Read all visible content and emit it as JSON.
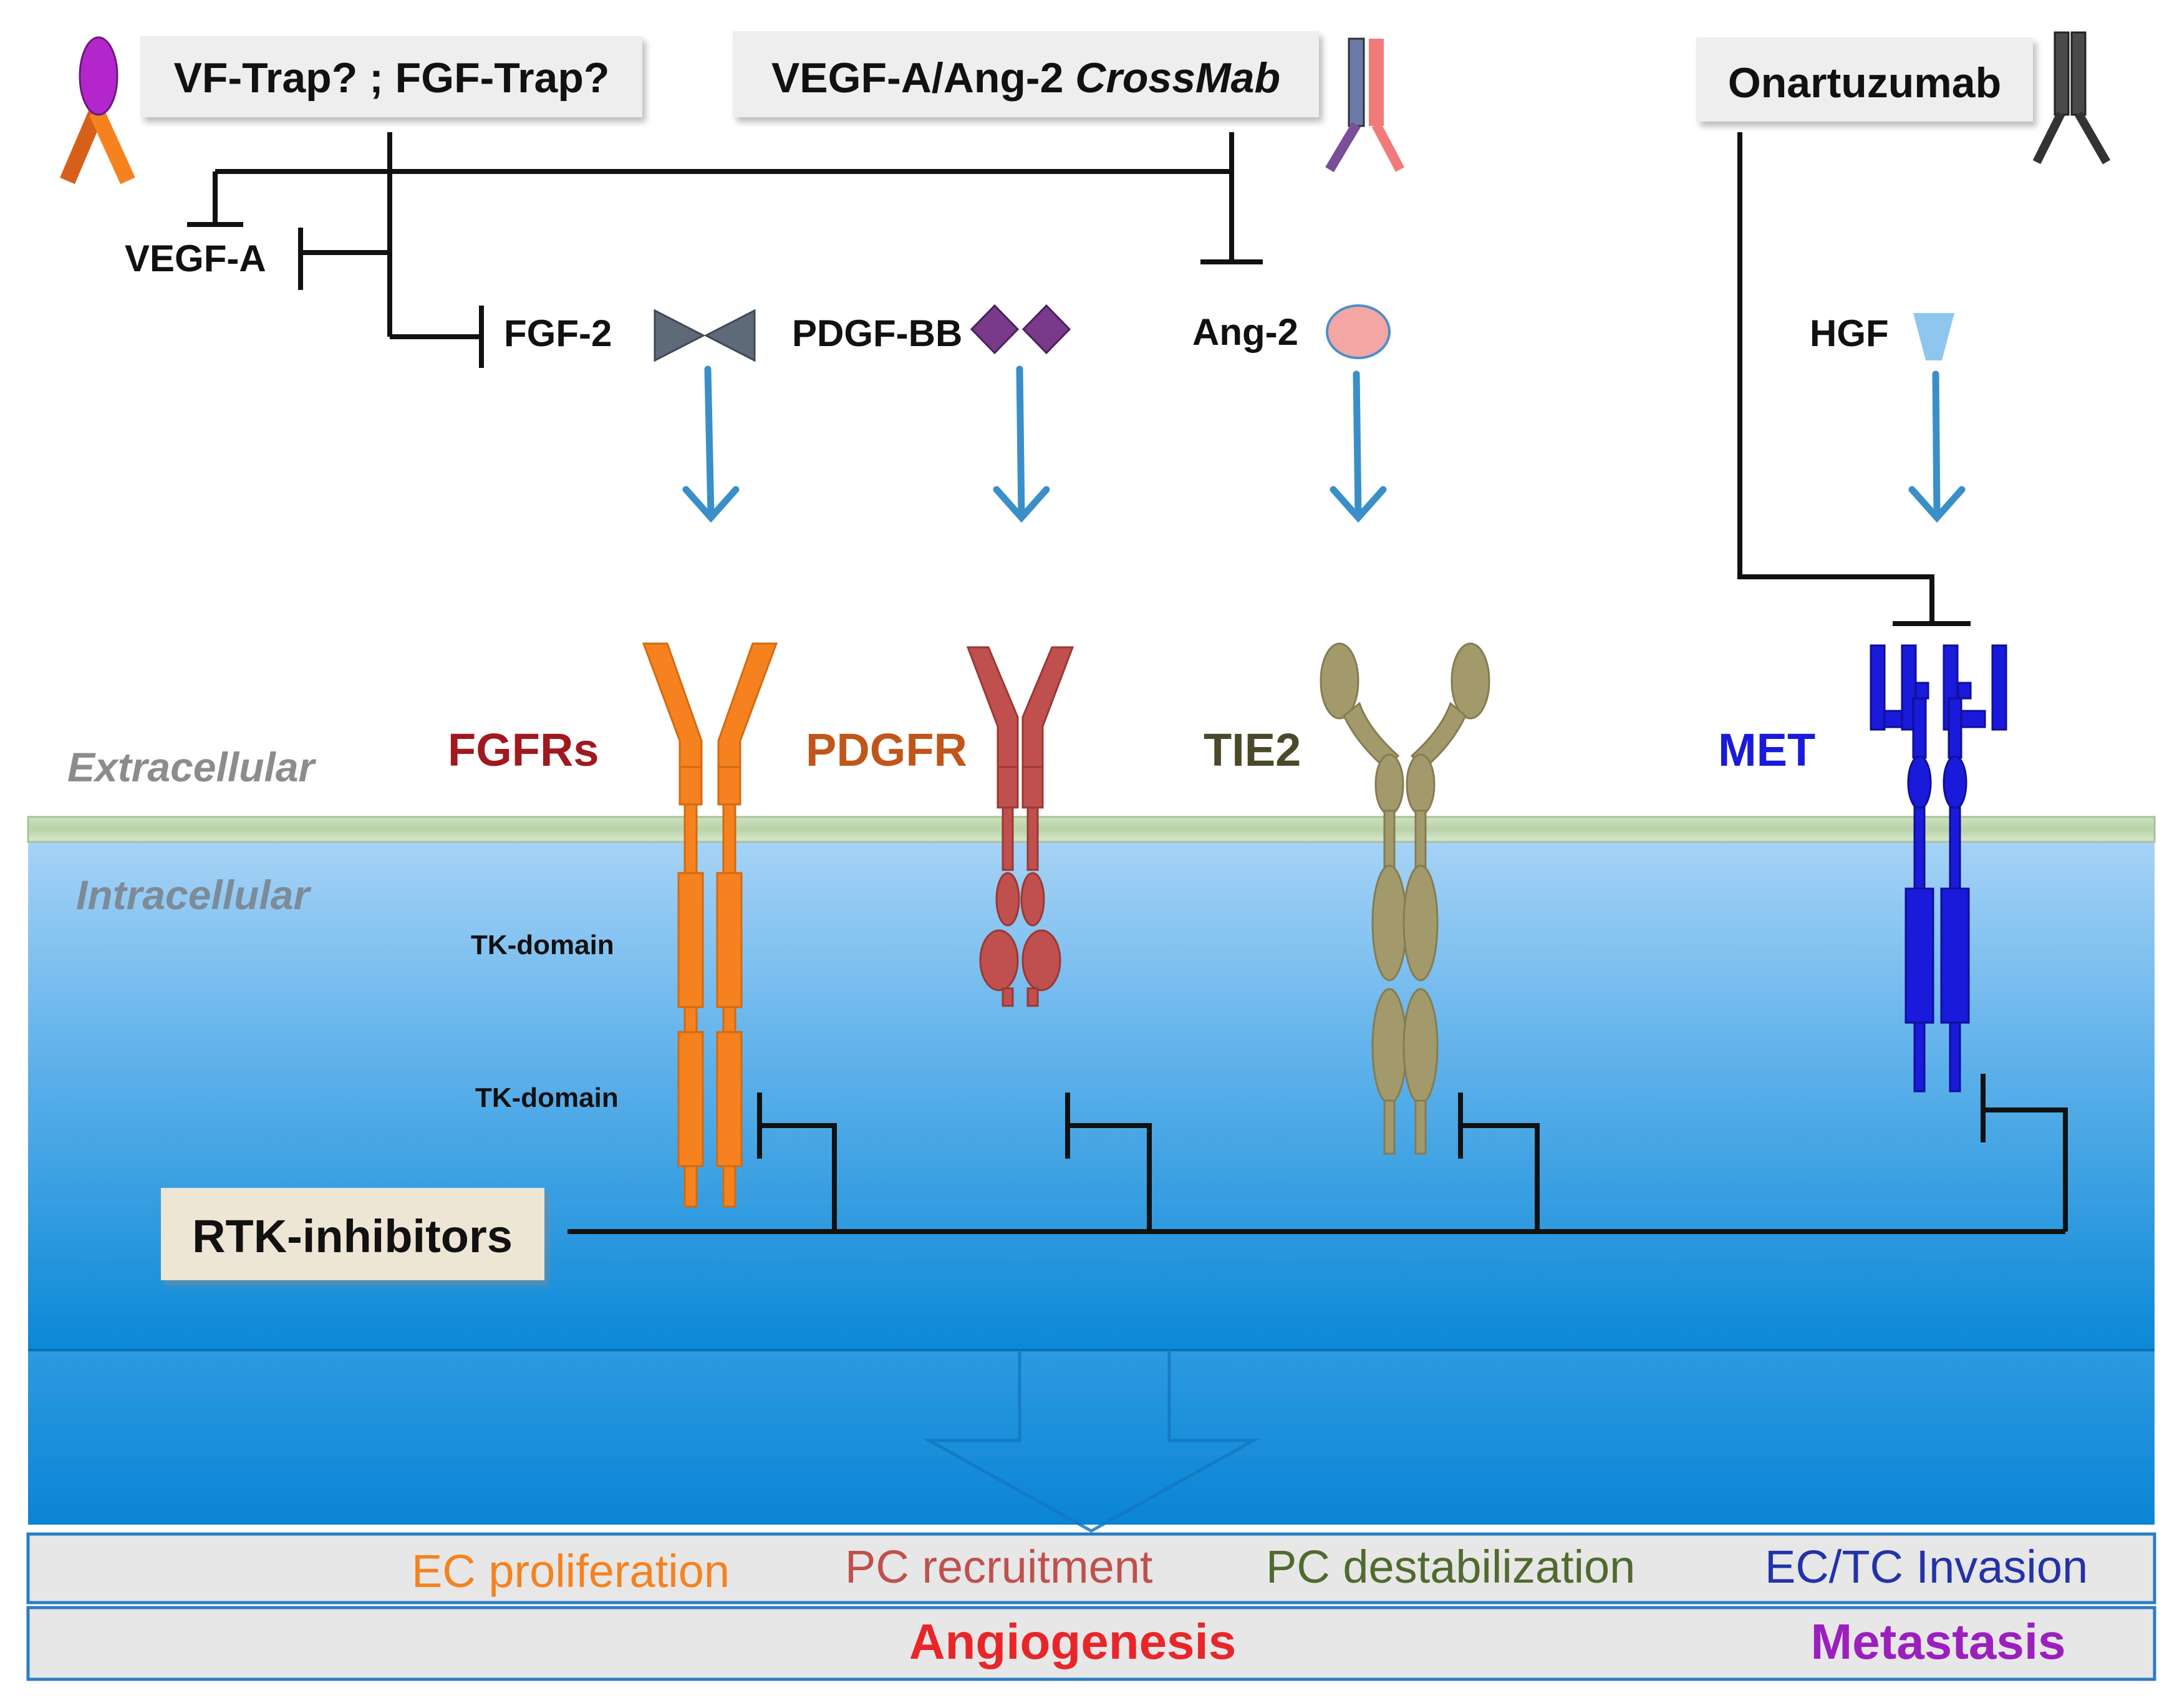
{
  "drugs": {
    "vf_trap": "VF-Trap? ;  FGF-Trap?",
    "crossmab_prefix": "VEGF-A/Ang-2 ",
    "crossmab_suffix": "CrossMab",
    "onartuzumab": "Onartuzumab",
    "rtk_inhibitors": "RTK-inhibitors"
  },
  "ligands": {
    "vegf_a": "VEGF-A",
    "fgf2": "FGF-2",
    "pdgf_bb": "PDGF-BB",
    "ang2": "Ang-2",
    "hgf": "HGF"
  },
  "compartments": {
    "extracellular": "Extracellular",
    "intracellular": "Intracellular"
  },
  "receptors": {
    "fgfrs": "FGFRs",
    "pdgfr": "PDGFR",
    "tie2": "TIE2",
    "met": "MET"
  },
  "domains": {
    "tk_domain_1": "TK-domain",
    "tk_domain_2": "TK-domain"
  },
  "outcomes": {
    "ec_proliferation": "EC proliferation",
    "pc_recruitment": "PC recruitment",
    "pc_destabilization": "PC destabilization",
    "ec_tc_invasion": "EC/TC Invasion",
    "angiogenesis": "Angiogenesis",
    "metastasis": "Metastasis"
  },
  "colors": {
    "fgfr": "#f5821f",
    "pdgfr": "#c0504d",
    "tie2": "#a39a6c",
    "met": "#1a1adb",
    "arrow": "#3a8fc8",
    "fgfrs_label": "#a0191e",
    "pdgfr_label": "#c0561a",
    "tie2_label": "#4a4a2a",
    "met_label": "#1a1adb",
    "angiogenesis": "#e8262a",
    "metastasis": "#9b1fbd",
    "pc_destabilization": "#4f6b2e",
    "ec_tc_invasion": "#2233aa"
  }
}
